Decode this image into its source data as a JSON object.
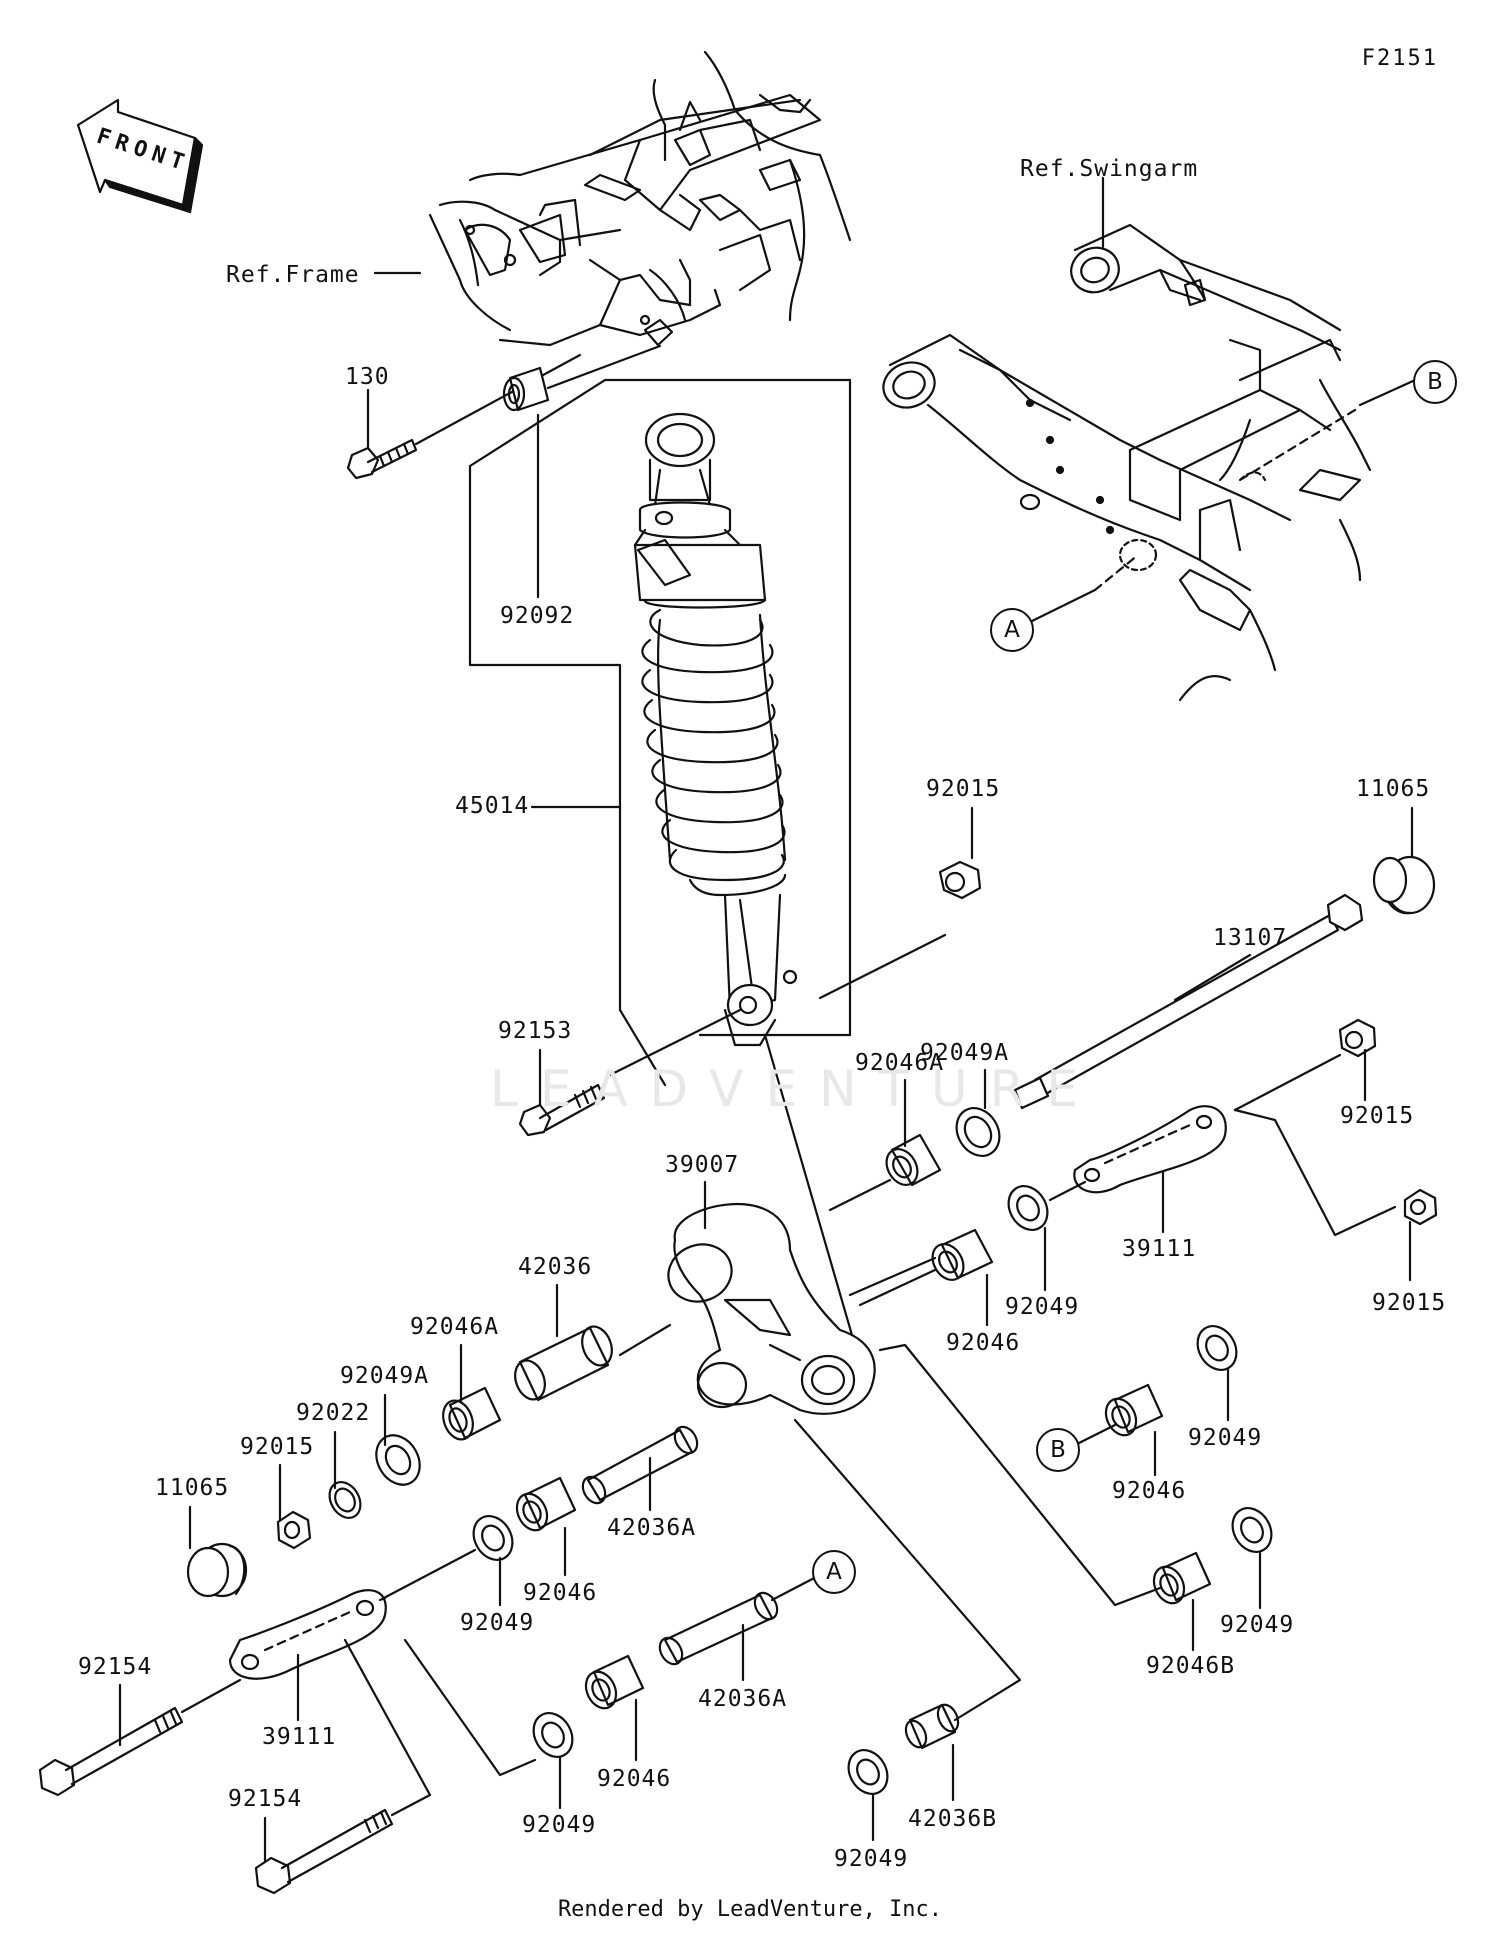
{
  "figure_id": "F2151",
  "watermark": "LEADVENTURE",
  "footer": "Rendered by LeadVenture, Inc.",
  "front_arrow": "FRONT",
  "references": {
    "frame": "Ref.Frame",
    "swingarm": "Ref.Swingarm"
  },
  "callouts": {
    "A": "A",
    "B": "B"
  },
  "parts": {
    "p130": "130",
    "p92092": "92092",
    "p45014": "45014",
    "p92153": "92153",
    "p92015_top": "92015",
    "p11065_right": "11065",
    "p13107": "13107",
    "p92049A_right": "92049A",
    "p92046A_right": "92046A",
    "p92015_mid1": "92015",
    "p92015_mid2": "92015",
    "p39007": "39007",
    "p39111_right": "39111",
    "p42036": "42036",
    "p92046A_left": "92046A",
    "p92049A_left": "92049A",
    "p92022": "92022",
    "p92015_left": "92015",
    "p11065_left": "11065",
    "p92049_mid": "92049",
    "p92046_mid": "92046",
    "p42036A_mid": "42036A",
    "p92046_mid2": "92046",
    "p92049_left2": "92049",
    "p92046_rb": "92046",
    "p92049_rb": "92049",
    "p92046B": "92046B",
    "p92049_r3": "92049",
    "p92154_a": "92154",
    "p39111_left": "39111",
    "p92154_b": "92154",
    "p42036A_low": "42036A",
    "p92046_low": "92046",
    "p92049_low": "92049",
    "p42036B": "42036B",
    "p92049_low2": "92049"
  }
}
